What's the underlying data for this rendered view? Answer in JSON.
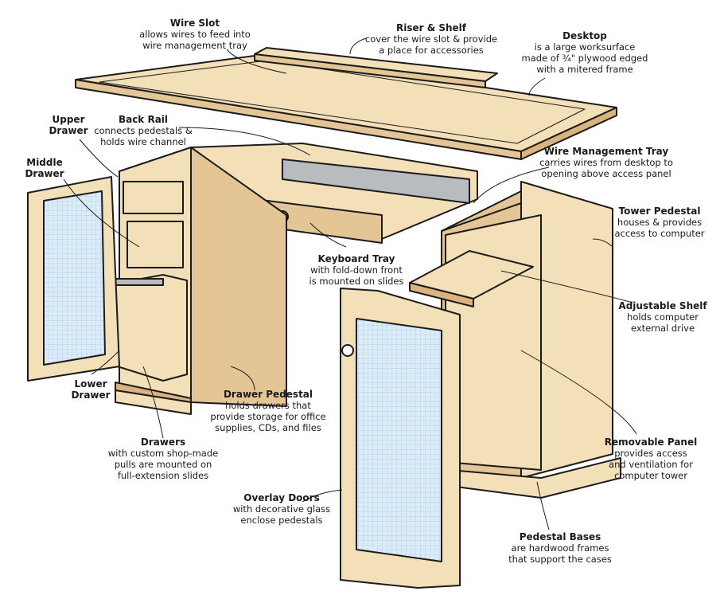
{
  "diagram": {
    "subject": "Computer desk exploded view",
    "colors": {
      "wood": "#f3dfb8",
      "wood_dark": "#e3c596",
      "wood_edge": "#d9b47f",
      "glass": "#dcecf7",
      "glass_grid": "#b7d3ea",
      "metal": "#b9bcbf",
      "outline": "#1b1b1b"
    },
    "labels": [
      {
        "id": "wire-slot",
        "title": "Wire Slot",
        "lines": [
          "allows wires to feed into",
          "wire management tray"
        ]
      },
      {
        "id": "riser-shelf",
        "title": "Riser & Shelf",
        "lines": [
          "cover the wire slot & provide",
          "a place for accessories"
        ]
      },
      {
        "id": "desktop",
        "title": "Desktop",
        "lines": [
          "is a large worksurface",
          "made of ¾\" plywood edged",
          "with a mitered frame"
        ]
      },
      {
        "id": "upper-drawer",
        "title": "Upper",
        "lines": [
          "Drawer"
        ]
      },
      {
        "id": "back-rail",
        "title": "Back Rail",
        "lines": [
          "connects pedestals &",
          "holds wire channel"
        ]
      },
      {
        "id": "middle-drawer",
        "title": "Middle",
        "lines": [
          "Drawer"
        ]
      },
      {
        "id": "wire-management-tray",
        "title": "Wire Management Tray",
        "lines": [
          "carries wires from desktop to",
          "opening above access panel"
        ]
      },
      {
        "id": "tower-pedestal",
        "title": "Tower Pedestal",
        "lines": [
          "houses & provides",
          "access to computer"
        ]
      },
      {
        "id": "keyboard-tray",
        "title": "Keyboard Tray",
        "lines": [
          "with fold-down front",
          "is mounted on slides"
        ]
      },
      {
        "id": "adjustable-shelf",
        "title": "Adjustable Shelf",
        "lines": [
          "holds computer",
          "external drive"
        ]
      },
      {
        "id": "lower-drawer",
        "title": "Lower",
        "lines": [
          "Drawer"
        ]
      },
      {
        "id": "drawer-pedestal",
        "title": "Drawer Pedestal",
        "lines": [
          "holds drawers that",
          "provide storage for office",
          "supplies, CDs, and files"
        ]
      },
      {
        "id": "drawers",
        "title": "Drawers",
        "lines": [
          "with custom shop-made",
          "pulls are mounted on",
          "full-extension slides"
        ]
      },
      {
        "id": "removable-panel",
        "title": "Removable Panel",
        "lines": [
          "provides access",
          "and ventilation for",
          "computer tower"
        ]
      },
      {
        "id": "overlay-doors",
        "title": "Overlay Doors",
        "lines": [
          "with decorative glass",
          "enclose pedestals"
        ]
      },
      {
        "id": "pedestal-bases",
        "title": "Pedestal Bases",
        "lines": [
          "are hardwood frames",
          "that support the cases"
        ]
      }
    ]
  }
}
